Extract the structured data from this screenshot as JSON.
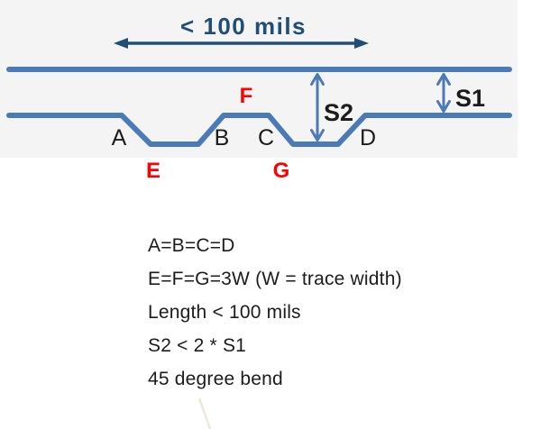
{
  "diagram": {
    "length_annotation": "< 100 mils",
    "corner_labels": {
      "a": "A",
      "b": "B",
      "c": "C",
      "d": "D"
    },
    "segment_labels": {
      "e": "E",
      "f": "F",
      "g": "G"
    },
    "spacing_labels": {
      "s1": "S1",
      "s2": "S2"
    },
    "colors": {
      "trace_blue": "#4a7ab8",
      "annotation_navy": "#1f4e79",
      "segment_red": "#fe0000",
      "label_black": "#1c1c1c",
      "panel_gray": "#f4f4f5"
    }
  },
  "notes": {
    "lines": [
      "A=B=C=D",
      "E=F=G=3W (W = trace width)",
      "Length < 100 mils",
      "S2 < 2 * S1",
      "45 degree bend"
    ]
  }
}
